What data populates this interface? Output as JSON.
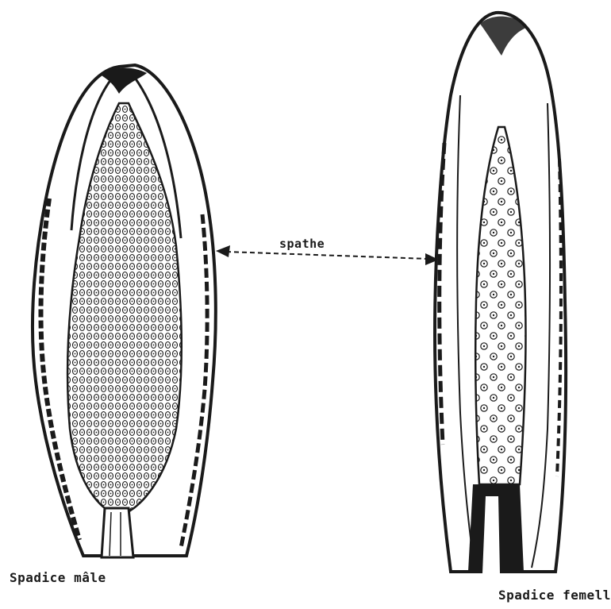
{
  "labels": {
    "male": "Spadice mâle",
    "female": "Spadice femelle",
    "spathe": "spathe"
  },
  "colors": {
    "ink": "#1a1a1a",
    "paper": "#ffffff"
  }
}
